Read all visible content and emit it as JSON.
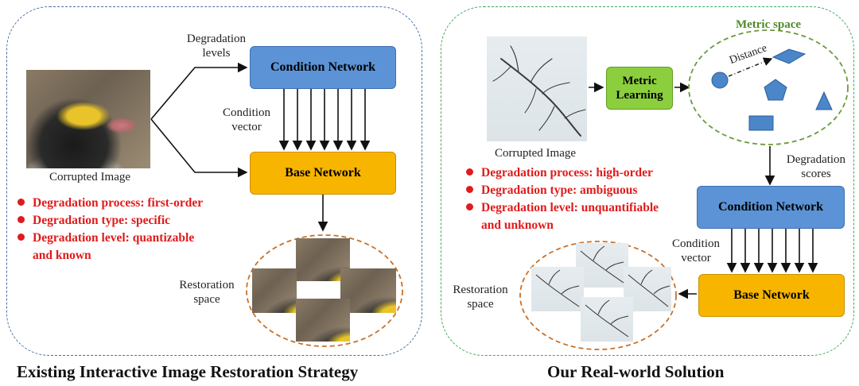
{
  "left": {
    "degradation_levels": "Degradation\nlevels",
    "condition_network": "Condition Network",
    "condition_vector": "Condition\nvector",
    "base_network": "Base Network",
    "corrupted_image": "Corrupted Image",
    "bullets": [
      "Degradation process: first-order",
      "Degradation type: specific",
      "Degradation level: quantizable",
      "and known"
    ],
    "restoration_space": "Restoration\nspace",
    "title": "Existing Interactive Image Restoration Strategy"
  },
  "right": {
    "metric_space": "Metric space",
    "distance": "Distance",
    "metric_learning": "Metric\nLearning",
    "corrupted_image": "Corrupted Image",
    "bullets": [
      "Degradation process: high-order",
      "Degradation type: ambiguous",
      "Degradation level: unquantifiable",
      "and unknown"
    ],
    "degradation_scores": "Degradation\nscores",
    "condition_network": "Condition Network",
    "condition_vector": "Condition\nvector",
    "base_network": "Base Network",
    "restoration_space": "Restoration\nspace",
    "title": "Our Real-world Solution"
  },
  "colors": {
    "network_blue": "#5b93d6",
    "network_orange": "#f7b500",
    "metric_green": "#8ccf3e",
    "bullet_red": "#e01b1b",
    "shape_blue": "#4a86c8",
    "ellipse_green": "#6a9a3a",
    "ellipse_orange": "#c8712a"
  }
}
